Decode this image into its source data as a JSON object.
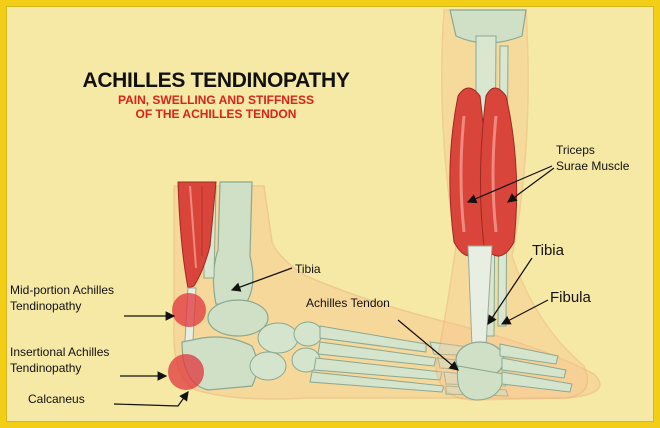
{
  "title": "ACHILLES TENDINOPATHY",
  "subtitle_line1": "PAIN, SWELLING AND STIFFNESS",
  "subtitle_line2": "OF THE ACHILLES TENDON",
  "labels": {
    "tibia_left": "Tibia",
    "mid_portion_line1": "Mid-portion Achilles",
    "mid_portion_line2": "Tendinopathy",
    "insertional_line1": "Insertional Achilles",
    "insertional_line2": "Tendinopathy",
    "calcaneus": "Calcaneus",
    "achilles_tendon": "Achilles Tendon",
    "triceps_line1": "Triceps",
    "triceps_line2": "Surae Muscle",
    "tibia_right": "Tibia",
    "fibula": "Fibula"
  },
  "colors": {
    "border": "#f2cf16",
    "background": "#f6e9a6",
    "accent_red": "#d8231b",
    "muscle": "#d9453a",
    "bone": "#cfe0c6",
    "inflammation": "#e0363c"
  }
}
